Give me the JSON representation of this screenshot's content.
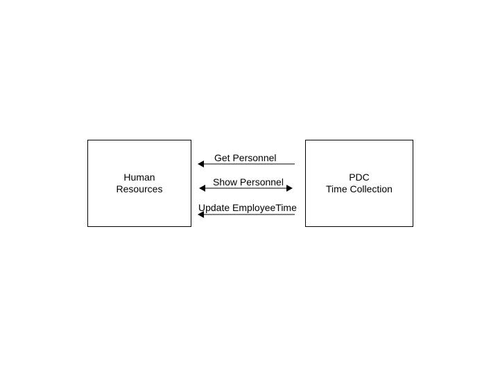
{
  "diagram": {
    "nodes": {
      "human_resources": {
        "line1": "Human",
        "line2": "Resources"
      },
      "pdc": {
        "line1": "PDC",
        "line2": "Time Collection"
      }
    },
    "edges": [
      {
        "label": "Get Personnel",
        "from": "PDC Time Collection",
        "to": "Human Resources",
        "direction": "to-left"
      },
      {
        "label": "Show Personnel",
        "from": "Human Resources",
        "to": "PDC Time Collection",
        "direction": "bidirectional"
      },
      {
        "label": "Update EmployeeTime",
        "from": "PDC Time Collection",
        "to": "Human Resources",
        "direction": "to-left"
      }
    ],
    "colors": {
      "line": "#000000",
      "background": "#ffffff"
    }
  }
}
